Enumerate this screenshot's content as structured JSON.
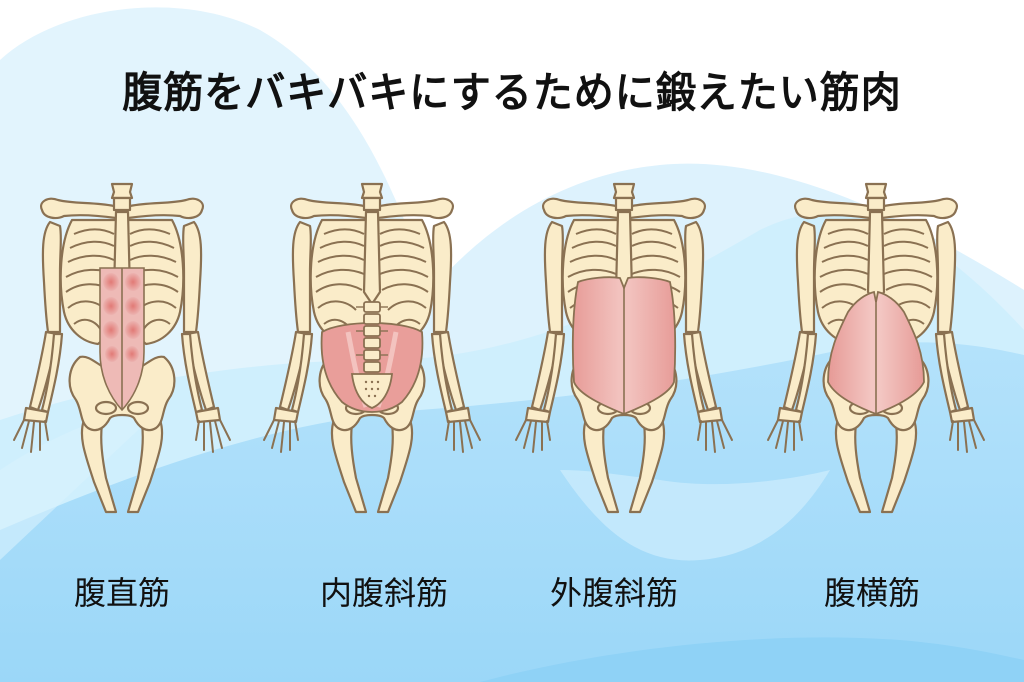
{
  "title": "腹筋をバキバキにするために鍛えたい筋肉",
  "colors": {
    "background_light": "#e3f4fd",
    "background_mid": "#c9ebfc",
    "background_deep": "#a7dcf9",
    "bone_fill": "#faecc9",
    "bone_outline": "#8a7152",
    "muscle_fill": "#e9a3a0",
    "muscle_dark": "#d9706c",
    "text": "#111111"
  },
  "muscles": [
    {
      "id": "rectus-abdominis",
      "label": "腹直筋",
      "icon": "skeleton-rectus-abdominis-icon"
    },
    {
      "id": "internal-oblique",
      "label": "内腹斜筋",
      "icon": "skeleton-internal-oblique-icon"
    },
    {
      "id": "external-oblique",
      "label": "外腹斜筋",
      "icon": "skeleton-external-oblique-icon"
    },
    {
      "id": "transversus-abdominis",
      "label": "腹横筋",
      "icon": "skeleton-transversus-abdominis-icon"
    }
  ]
}
